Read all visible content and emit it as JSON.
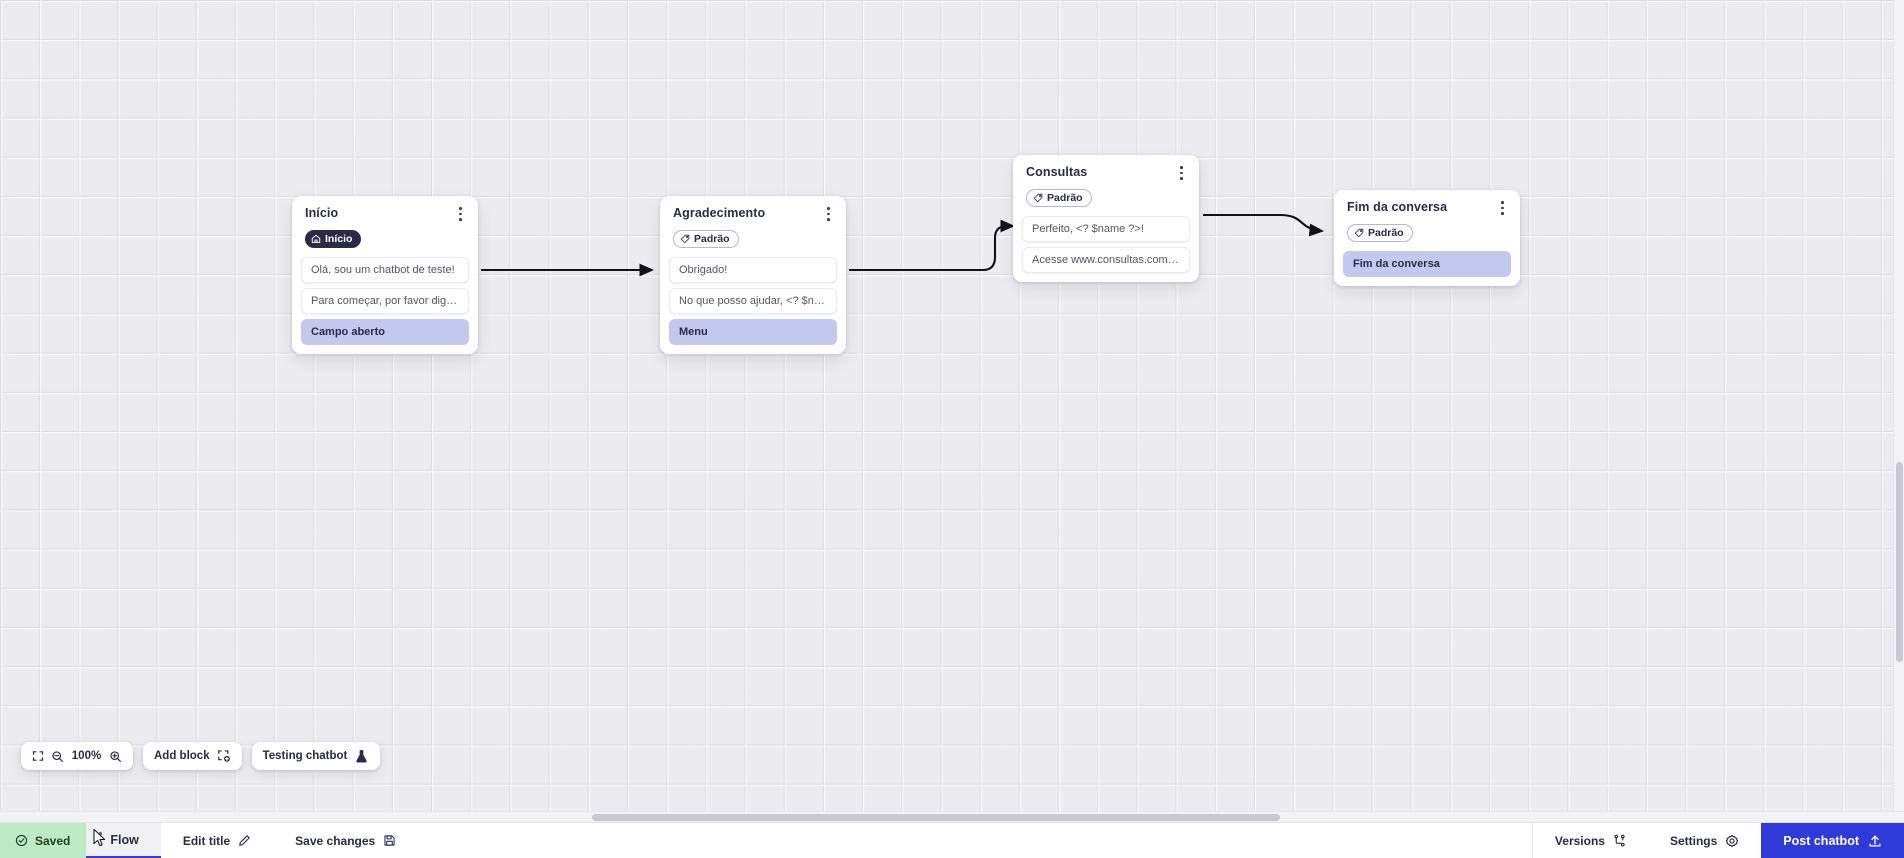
{
  "app": {
    "canvas_background": "#ecebef",
    "accent_blue": "#2f3ad8",
    "action_lavender": "#c3c8ef",
    "badge_dark": "#2b2b45",
    "saved_green": "#bdecc4"
  },
  "nodes": [
    {
      "title": "Início",
      "badge": {
        "type": "start",
        "label": "Início",
        "icon": "home-icon"
      },
      "messages": [
        {
          "text": "Olá, sou um chatbot de teste!",
          "kind": "message"
        },
        {
          "text": "Para começar, por favor digite o ...",
          "kind": "message"
        },
        {
          "text": "Campo aberto",
          "kind": "action"
        }
      ]
    },
    {
      "title": "Agradecimento",
      "badge": {
        "type": "default",
        "label": "Padrão",
        "icon": "tag-icon"
      },
      "messages": [
        {
          "text": "Obrigado!",
          "kind": "message"
        },
        {
          "text": "No que posso ajudar, <? $name ...",
          "kind": "message"
        },
        {
          "text": "Menu",
          "kind": "action"
        }
      ]
    },
    {
      "title": "Consultas",
      "badge": {
        "type": "default",
        "label": "Padrão",
        "icon": "tag-icon"
      },
      "messages": [
        {
          "text": "Perfeito, <? $name ?>!",
          "kind": "message"
        },
        {
          "text": "Acesse www.consultas.com par...",
          "kind": "message"
        }
      ]
    },
    {
      "title": "Fim da conversa",
      "badge": {
        "type": "default",
        "label": "Padrão",
        "icon": "tag-icon"
      },
      "messages": [
        {
          "text": "Fim da conversa",
          "kind": "action"
        }
      ]
    }
  ],
  "float_toolbar": {
    "fit_icon": "fit-screen-icon",
    "zoom_out_icon": "zoom-out-icon",
    "zoom_level": "100%",
    "zoom_in_icon": "zoom-in-icon",
    "add_block_label": "Add block",
    "add_block_icon": "add-block-icon",
    "testing_label": "Testing chatbot",
    "testing_icon": "flask-icon"
  },
  "statusbar": {
    "saved_label": "Saved",
    "saved_icon": "check-circle-icon",
    "flow_tab_label": "Flow",
    "flow_drag_icon": "drag-handle-icon",
    "edit_title_label": "Edit title",
    "edit_title_icon": "pencil-icon",
    "save_changes_label": "Save changes",
    "save_changes_icon": "floppy-disk-icon",
    "versions_label": "Versions",
    "versions_icon": "branch-icon",
    "settings_label": "Settings",
    "settings_icon": "gear-icon",
    "post_label": "Post chatbot",
    "post_icon": "upload-icon"
  }
}
